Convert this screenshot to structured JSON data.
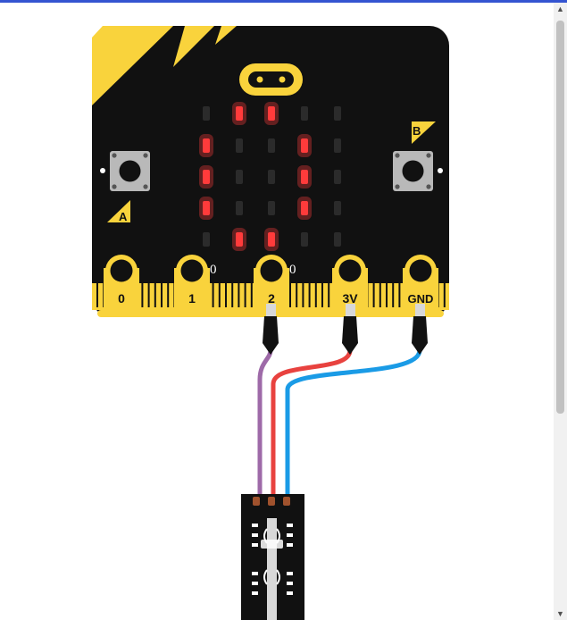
{
  "simulator": {
    "board": {
      "button_a_label": "A",
      "button_b_label": "B",
      "pins": [
        "0",
        "1",
        "2",
        "3V",
        "GND"
      ],
      "pin_values": {
        "p1": "0",
        "p2": "0"
      },
      "led_matrix": [
        [
          0,
          1,
          1,
          0,
          0
        ],
        [
          1,
          0,
          0,
          1,
          0
        ],
        [
          1,
          0,
          0,
          1,
          0
        ],
        [
          1,
          0,
          0,
          1,
          0
        ],
        [
          0,
          1,
          1,
          0,
          0
        ]
      ]
    },
    "colors": {
      "board_black": "#111111",
      "accent_yellow": "#f9d33c",
      "led_on": "#ff3b3b",
      "led_off": "#2b2b2b",
      "wire_signal": "#9e6aa8",
      "wire_power": "#e8423f",
      "wire_ground": "#1a9be6"
    }
  },
  "side_panel": {
    "toggle_icon": "chevron-left-icon"
  },
  "scrollbar": {
    "up_icon": "arrow-up-icon",
    "down_icon": "arrow-down-icon"
  }
}
